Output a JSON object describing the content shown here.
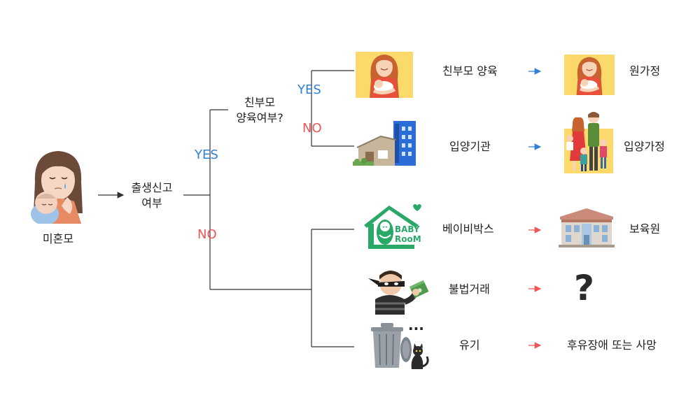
{
  "mother_label": "미혼모",
  "decision_birth_line1": "출생신고",
  "decision_birth_line2": "여부",
  "decision_raise_line1": "친부모",
  "decision_raise_line2": "양육여부?",
  "yes_label": "YES",
  "no_label": "NO",
  "yes_branch": [
    {
      "action": "친부모 양육",
      "result": "원가정"
    },
    {
      "action": "입양기관",
      "result": "입양가정"
    }
  ],
  "no_branch": [
    {
      "action": "베이비박스",
      "result": "보육원"
    },
    {
      "action": "불법거래",
      "result": "?"
    },
    {
      "action": "유기",
      "result": "후유장애 또는 사망"
    }
  ],
  "baby_room_text_1": "BABY",
  "baby_room_text_2": "RooM",
  "ellipsis": "...",
  "colors": {
    "yes": "#2f80d8",
    "no": "#ee5555",
    "line": "#333333",
    "baby_room": "#2aa867",
    "frame_yellow": "#fbd96a"
  }
}
